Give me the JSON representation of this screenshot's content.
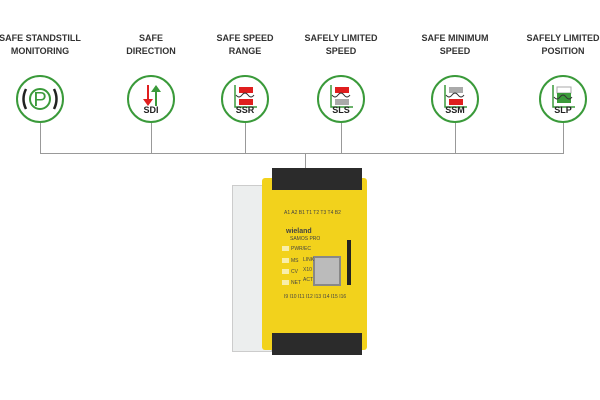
{
  "functions": [
    {
      "label_line1": "SAFE STANDSTILL",
      "label_line2": "MONITORING",
      "abbr": "",
      "icon": "parking-brake-icon"
    },
    {
      "label_line1": "SAFE",
      "label_line2": "DIRECTION",
      "abbr": "SDI",
      "icon": "direction-arrows-icon"
    },
    {
      "label_line1": "SAFE SPEED",
      "label_line2": "RANGE",
      "abbr": "SSR",
      "icon": "speed-range-icon"
    },
    {
      "label_line1": "SAFELY LIMITED",
      "label_line2": "SPEED",
      "abbr": "SLS",
      "icon": "limited-speed-icon"
    },
    {
      "label_line1": "SAFE MINIMUM",
      "label_line2": "SPEED",
      "abbr": "SSM",
      "icon": "minimum-speed-icon"
    },
    {
      "label_line1": "SAFELY LIMITED",
      "label_line2": "POSITION",
      "abbr": "SLP",
      "icon": "limited-position-icon"
    }
  ],
  "device": {
    "brand": "wieland",
    "product": "SAMOS PRO",
    "leds": [
      "PWR/EC",
      "MS",
      "CV",
      "NET"
    ],
    "port_labels": [
      "LINK",
      "X10",
      "ACT"
    ],
    "top_terminals": "A1 A2 B1 T1 T2 T3 T4 B2",
    "bottom_terminals": "I9 I10 I11 I12 I13 I14 I15 I16"
  },
  "colors": {
    "green": "#3a9a3a",
    "red": "#e01e1e",
    "yellow": "#f2d21c",
    "gray": "#999999"
  }
}
